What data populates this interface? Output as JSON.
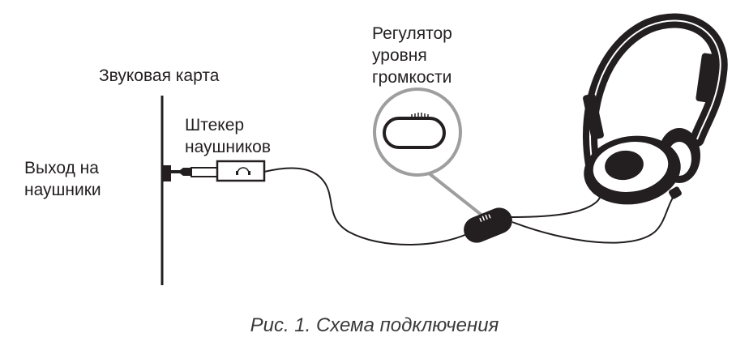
{
  "labels": {
    "sound_card": "Звуковая карта",
    "output_line1": "Выход на",
    "output_line2": "наушники",
    "plug_line1": "Штекер",
    "plug_line2": "наушников",
    "volume_line1": "Регулятор",
    "volume_line2": "уровня",
    "volume_line3": "громкости"
  },
  "caption": "Рис. 1. Схема подключения",
  "colors": {
    "ink": "#231f20",
    "callout_gray": "#9e9e9e",
    "caption": "#3a3a3a"
  }
}
